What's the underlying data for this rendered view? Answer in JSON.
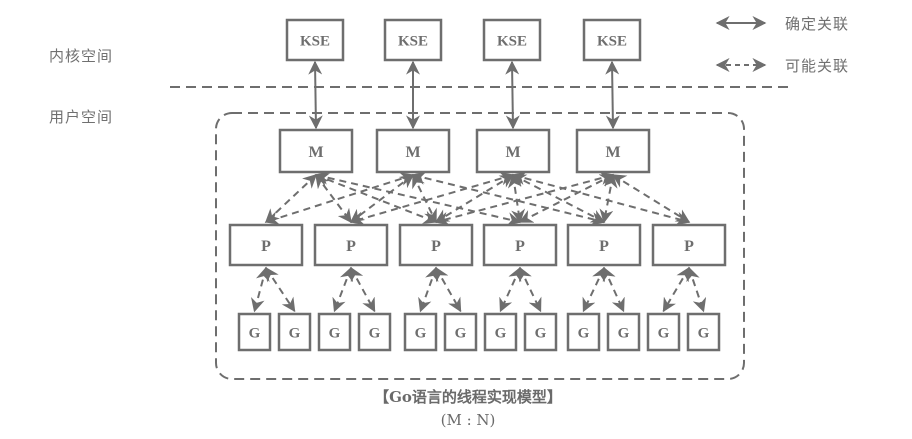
{
  "regions": {
    "kernel_label": "内核空间",
    "user_label": "用户空间"
  },
  "legend": {
    "definite": "确定关联",
    "possible": "可能关联"
  },
  "nodes": {
    "kse": [
      "KSE",
      "KSE",
      "KSE",
      "KSE"
    ],
    "m": [
      "M",
      "M",
      "M",
      "M"
    ],
    "p": [
      "P",
      "P",
      "P",
      "P",
      "P",
      "P"
    ],
    "g": [
      "G",
      "G",
      "G",
      "G",
      "G",
      "G",
      "G",
      "G",
      "G",
      "G",
      "G",
      "G"
    ]
  },
  "edges": {
    "kse_m_definite": [
      [
        0,
        0
      ],
      [
        1,
        1
      ],
      [
        2,
        2
      ],
      [
        3,
        3
      ]
    ],
    "m_p_possible": [
      [
        0,
        0
      ],
      [
        0,
        1
      ],
      [
        0,
        2
      ],
      [
        0,
        3
      ],
      [
        1,
        0
      ],
      [
        1,
        1
      ],
      [
        1,
        2
      ],
      [
        1,
        4
      ],
      [
        2,
        1
      ],
      [
        2,
        2
      ],
      [
        2,
        3
      ],
      [
        2,
        4
      ],
      [
        2,
        5
      ],
      [
        3,
        2
      ],
      [
        3,
        3
      ],
      [
        3,
        4
      ],
      [
        3,
        5
      ]
    ],
    "p_g_possible": [
      [
        0,
        0
      ],
      [
        0,
        1
      ],
      [
        1,
        2
      ],
      [
        1,
        3
      ],
      [
        2,
        4
      ],
      [
        2,
        5
      ],
      [
        3,
        6
      ],
      [
        3,
        7
      ],
      [
        4,
        8
      ],
      [
        4,
        9
      ],
      [
        5,
        10
      ],
      [
        5,
        11
      ]
    ]
  },
  "caption": {
    "title": "【Go语言的线程实现模型】",
    "subtitle": "(M : N)"
  },
  "colors": {
    "stroke": "#6e6e6e"
  }
}
